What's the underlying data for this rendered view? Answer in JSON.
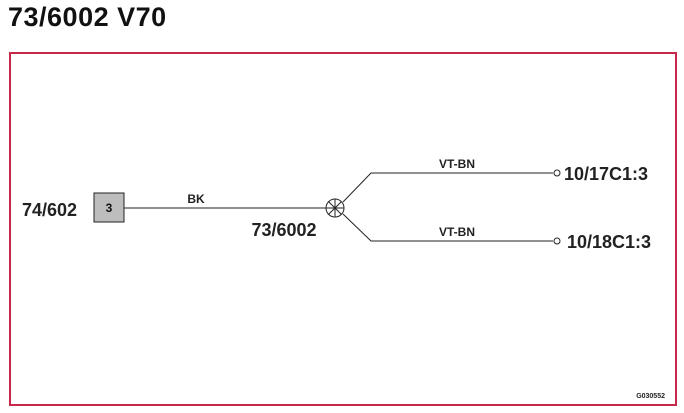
{
  "title": "73/6002 V70",
  "diagram": {
    "connector_left": {
      "label": "74/602",
      "pin": "3"
    },
    "wire_main": {
      "color_code": "BK"
    },
    "splice": {
      "label": "73/6002"
    },
    "branch_upper": {
      "color_code": "VT-BN",
      "terminal": "10/17C1:3"
    },
    "branch_lower": {
      "color_code": "VT-BN",
      "terminal": "10/18C1:3"
    },
    "figure_code": "G030552"
  },
  "colors": {
    "frame_border": "#c8294a",
    "connector_fill": "#bdbdbd",
    "wire": "#222222"
  }
}
